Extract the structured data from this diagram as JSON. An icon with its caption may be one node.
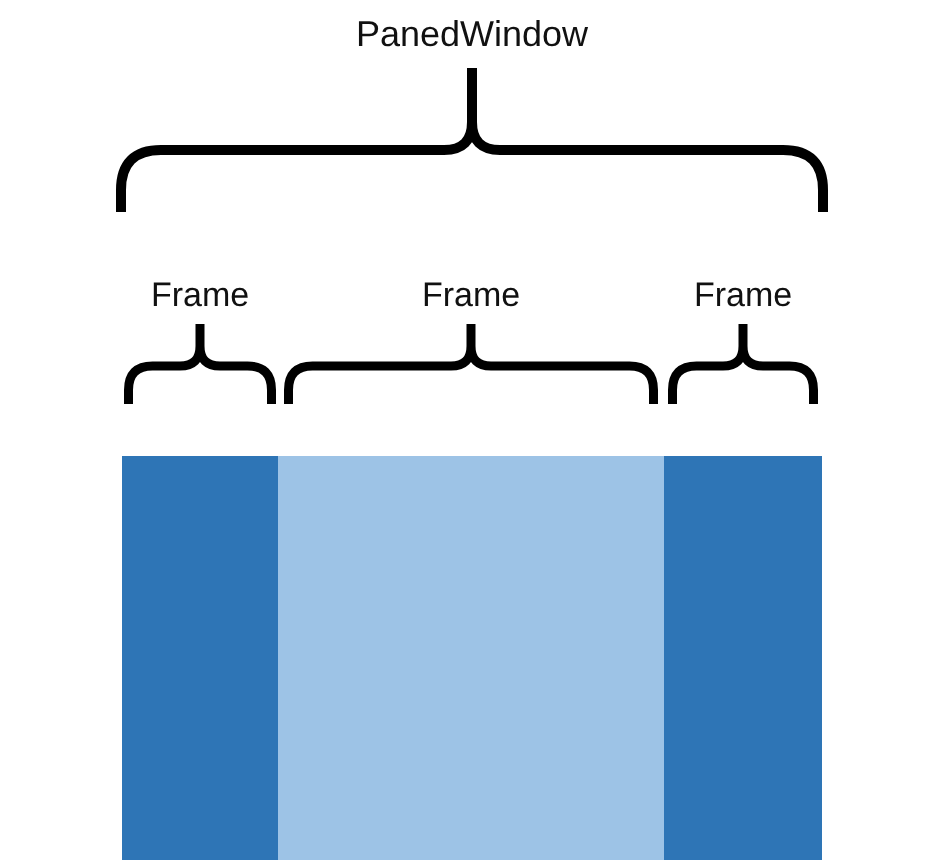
{
  "diagram": {
    "nodes": [
      {
        "text": [
          "PanedWindow"
        ]
      },
      {
        "text": [
          "Frame"
        ],
        "in": 0
      },
      {
        "text": [
          "Frame"
        ],
        "in": 0
      },
      {
        "text": [
          "Frame"
        ],
        "in": 0
      }
    ]
  }
}
